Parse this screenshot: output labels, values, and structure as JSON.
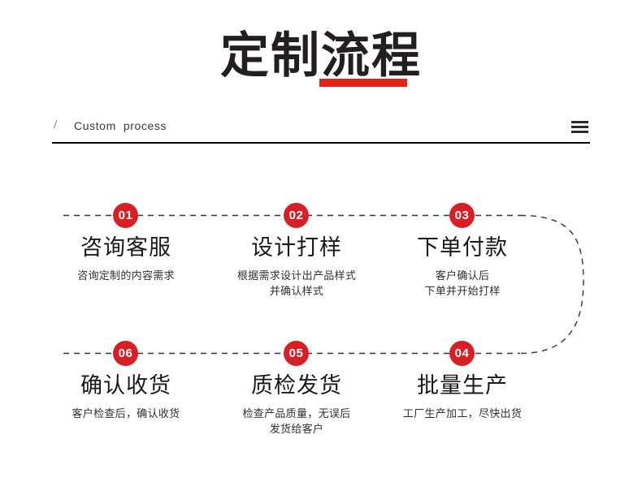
{
  "header": {
    "title": "定制流程",
    "title_underline_color": "#e2231a",
    "subtitle_slash": "/",
    "subtitle": "Custom  process",
    "menu_icon": "hamburger-menu-icon",
    "rule_color": "#000000"
  },
  "theme": {
    "accent_red": "#d81f26",
    "title_color": "#231f20",
    "text_color": "#2f2f2f",
    "dash_color": "#333333"
  },
  "flow": {
    "connector": "dashed-line-with-right-u-turn",
    "steps": [
      {
        "number": "01",
        "title": "咨询客服",
        "desc": [
          "咨询定制的内容需求"
        ]
      },
      {
        "number": "02",
        "title": "设计打样",
        "desc": [
          "根据需求设计出产品样式",
          "并确认样式"
        ]
      },
      {
        "number": "03",
        "title": "下单付款",
        "desc": [
          "客户确认后",
          "下单并开始打样"
        ]
      },
      {
        "number": "04",
        "title": "批量生产",
        "desc": [
          "工厂生产加工，尽快出货"
        ]
      },
      {
        "number": "05",
        "title": "质检发货",
        "desc": [
          "检查产品质量，无误后",
          "发货给客户"
        ]
      },
      {
        "number": "06",
        "title": "确认收货",
        "desc": [
          "客户检查后，确认收货"
        ]
      }
    ]
  }
}
